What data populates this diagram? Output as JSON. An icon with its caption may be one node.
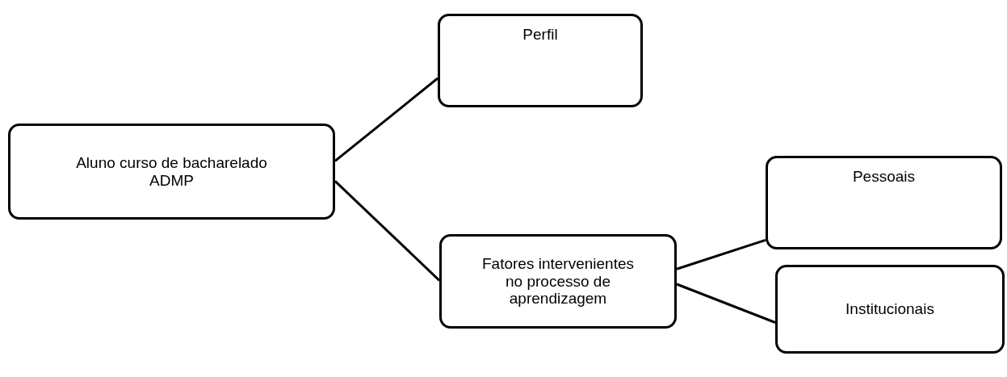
{
  "diagram": {
    "nodes": [
      {
        "text": [
          "Aluno curso de bacharelado ADMP"
        ]
      },
      {
        "text": [
          "Perfil"
        ]
      },
      {
        "text": [
          "Fatores intervenientes no processo de aprendizagem"
        ]
      },
      {
        "text": [
          "Pessoais"
        ]
      },
      {
        "text": [
          "Institucionais"
        ]
      }
    ],
    "edges": [
      {
        "from": 0,
        "to": 1,
        "arrow": "none"
      },
      {
        "from": 0,
        "to": 2,
        "arrow": "none"
      },
      {
        "from": 2,
        "to": 3,
        "arrow": "none"
      },
      {
        "from": 2,
        "to": 4,
        "arrow": "none"
      }
    ]
  }
}
